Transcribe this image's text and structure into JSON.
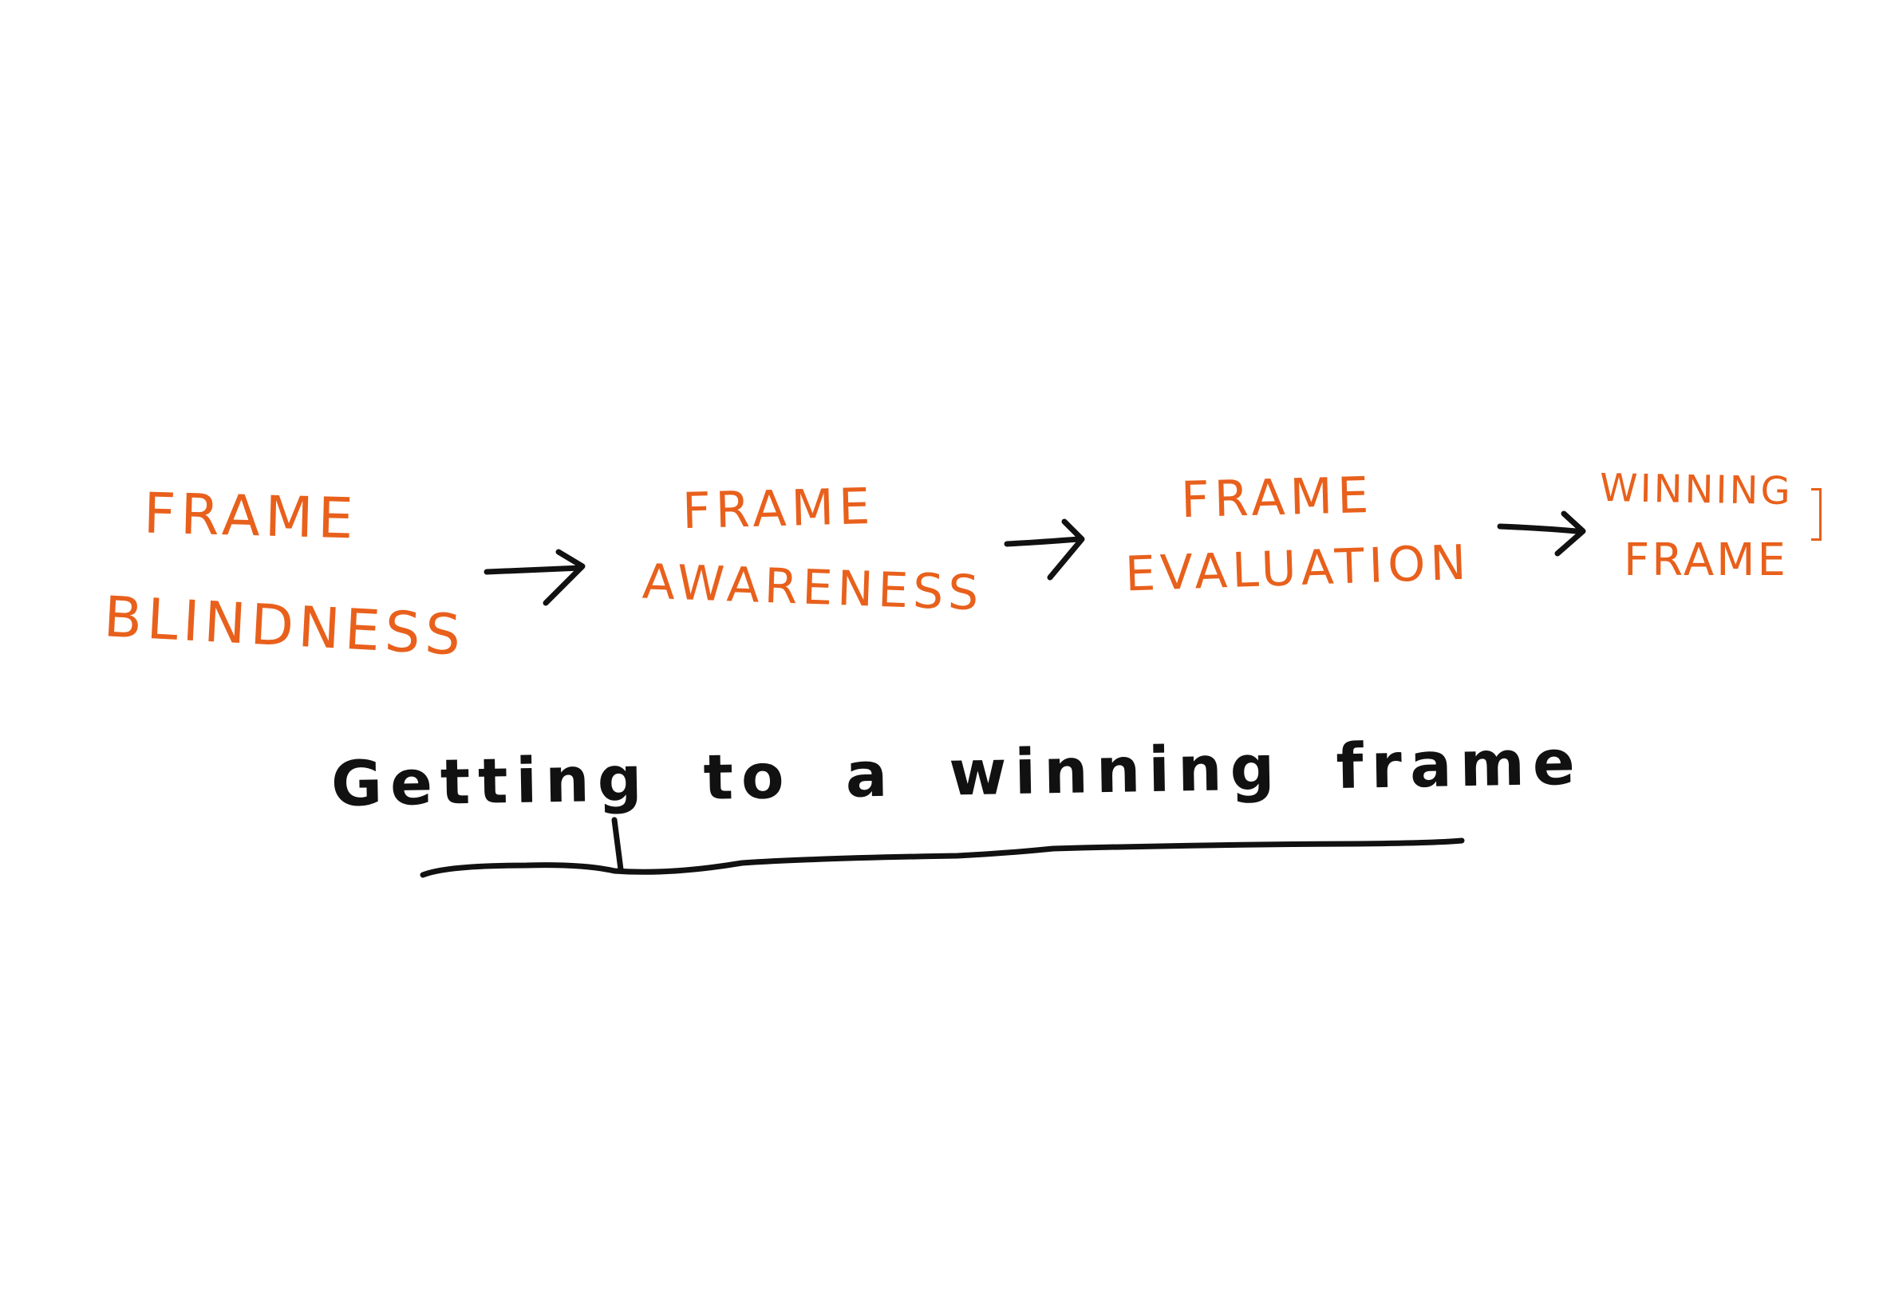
{
  "colors": {
    "background": "#ffffff",
    "stage_ink": "#e8601c",
    "heading_ink": "#111111",
    "arrow_ink": "#111111"
  },
  "flow": {
    "stages": [
      {
        "line1": "Frame",
        "line2": "Blindness"
      },
      {
        "line1": "Frame",
        "line2": "Awareness"
      },
      {
        "line1": "Frame",
        "line2": "Evaluation"
      },
      {
        "line1": "Winning",
        "line2": "Frame"
      }
    ],
    "connector_icon": "right-arrow-icon"
  },
  "heading": {
    "text": "Getting to a winning frame"
  }
}
